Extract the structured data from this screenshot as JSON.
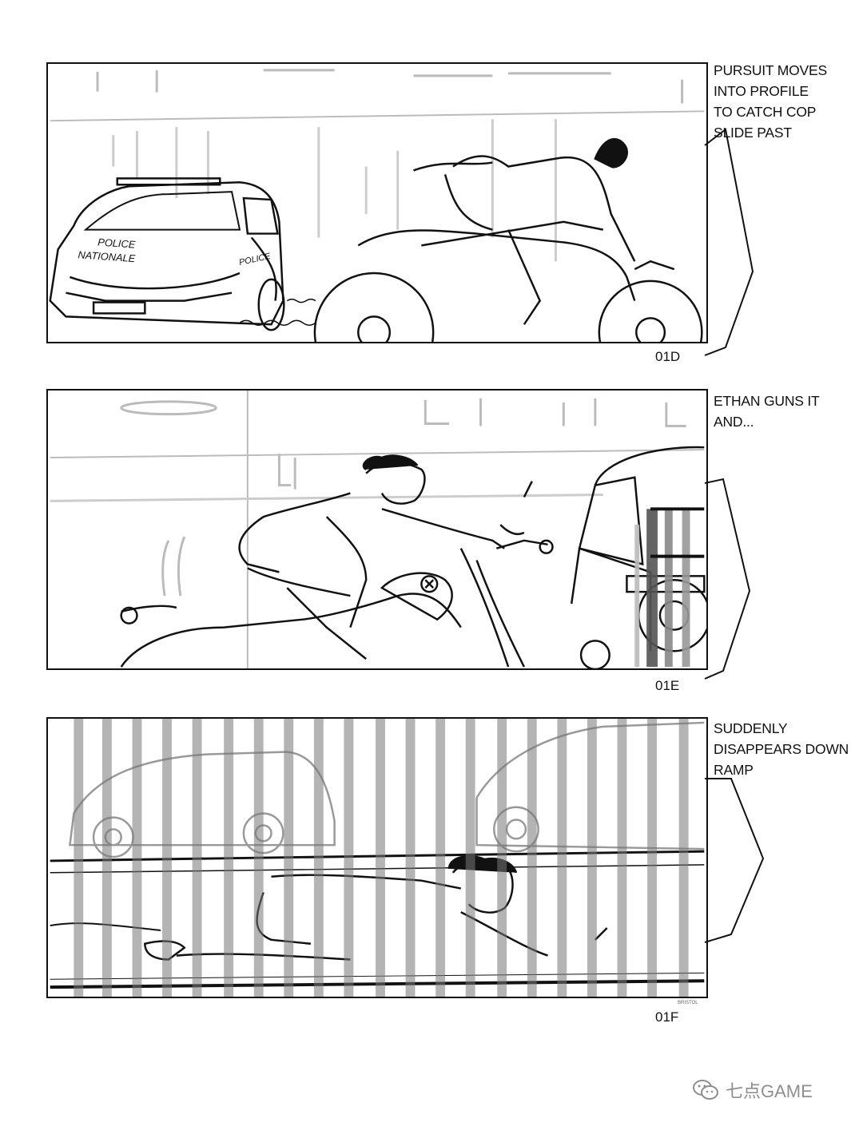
{
  "panels": [
    {
      "id": "01D",
      "caption": "PURSUIT MOVES\nINTO PROFILE\nTO CATCH COP\nSLIDE PAST",
      "car_hood_text": "POLICE\nNATIONALE",
      "car_door_text": "POLICE"
    },
    {
      "id": "01E",
      "caption": "ETHAN GUNS IT\nAND..."
    },
    {
      "id": "01F",
      "caption": "SUDDENLY\nDISAPPEARS DOWN\nRAMP",
      "signature": "BRISTOL"
    }
  ],
  "watermark": {
    "label": "七点GAME",
    "icon": "wechat-icon"
  }
}
